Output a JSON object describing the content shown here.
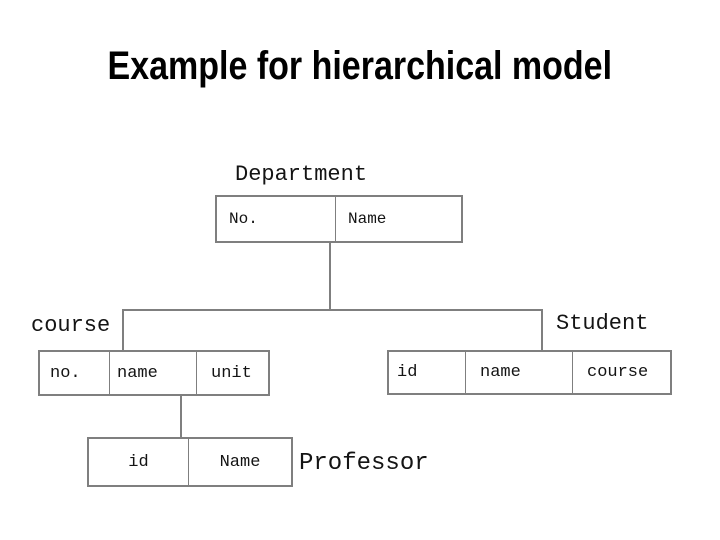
{
  "title": "Example for hierarchical model",
  "colors": {
    "background": "#ffffff",
    "title": "#000000",
    "text": "#141414",
    "line": "#7f7f7f"
  },
  "diagram": {
    "department": {
      "label": "Department",
      "cells": [
        "No.",
        "Name"
      ]
    },
    "course": {
      "label": "course",
      "cells": [
        "no.",
        "name",
        "unit"
      ]
    },
    "student": {
      "label": "Student",
      "cells": [
        "id",
        "name",
        "course"
      ]
    },
    "professor": {
      "label": "Professor",
      "cells": [
        "id",
        "Name"
      ]
    },
    "edges": [
      {
        "from": "Department",
        "to": "course"
      },
      {
        "from": "Department",
        "to": "Student"
      },
      {
        "from": "course",
        "to": "Professor"
      }
    ]
  }
}
